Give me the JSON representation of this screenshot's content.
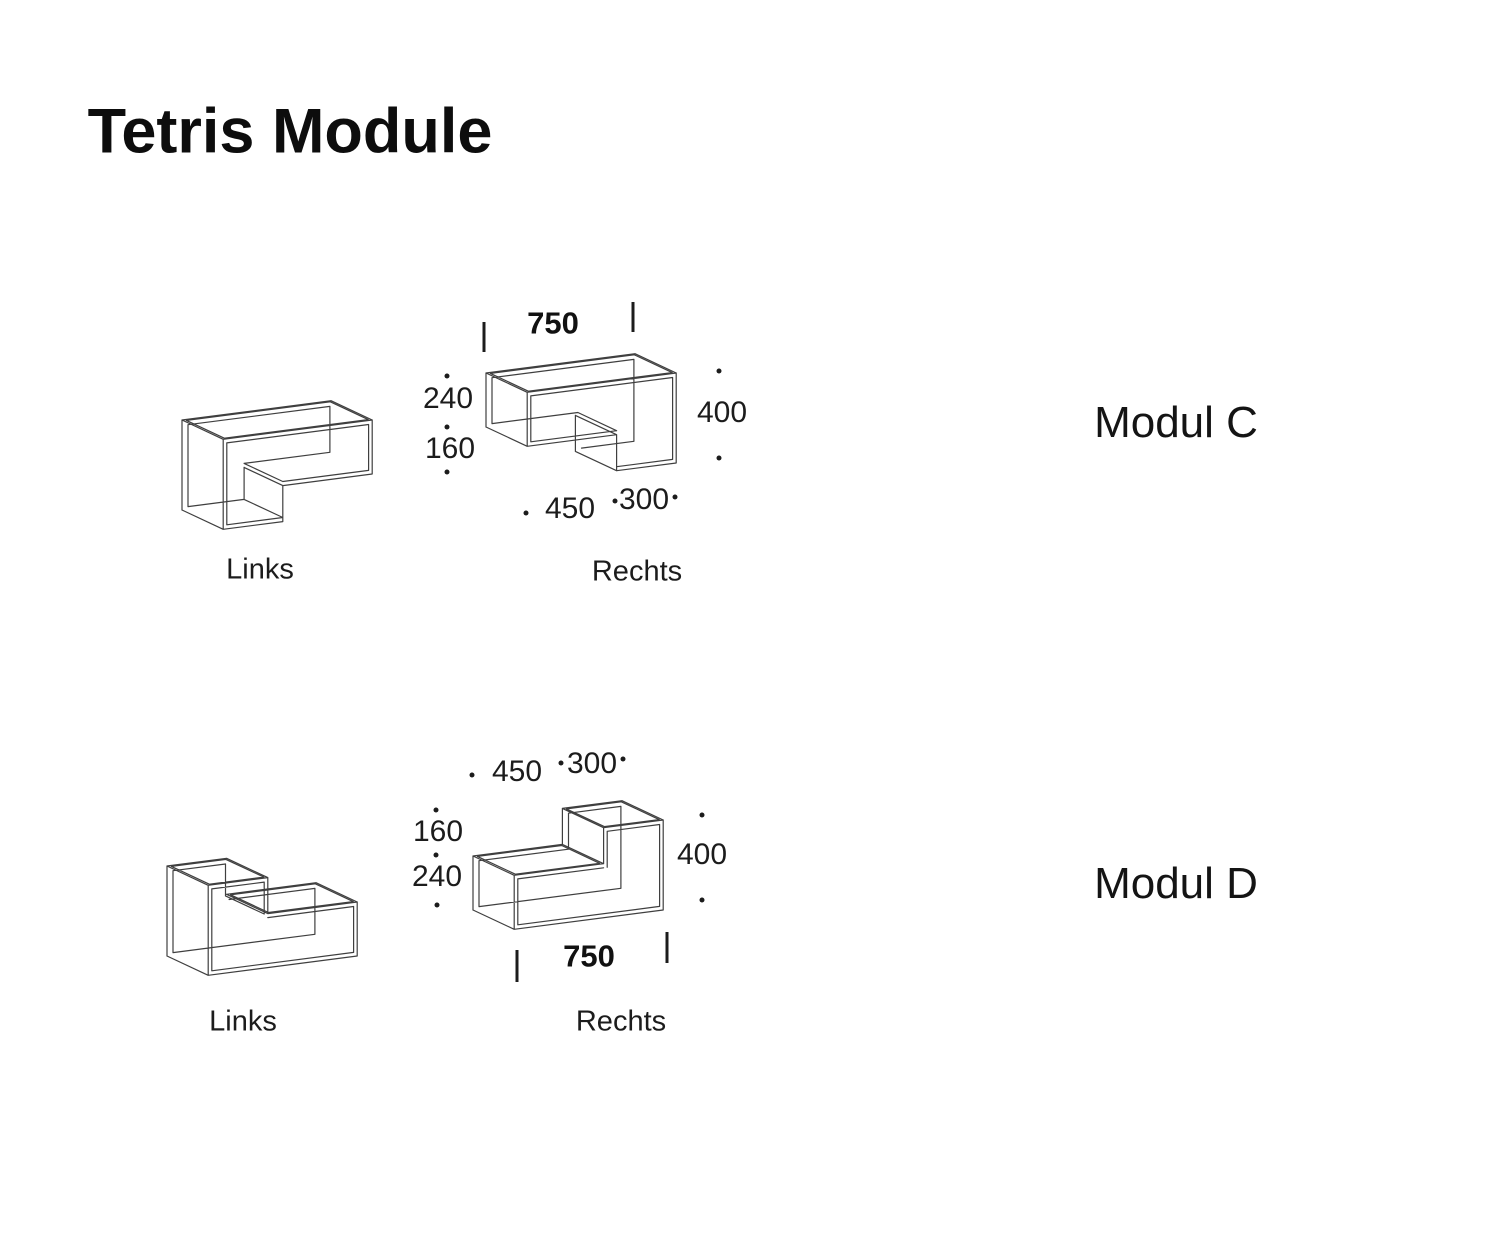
{
  "title": "Tetris Module",
  "colors": {
    "background": "#ffffff",
    "text": "#161616",
    "line": "#3f3f3f"
  },
  "modules": [
    {
      "name": "Modul C",
      "labels": {
        "left": "Links",
        "right": "Rechts"
      },
      "dims": {
        "total_width": "750",
        "top_height": "240",
        "step_height": "160",
        "total_height": "400",
        "left_width": "450",
        "right_width": "300"
      }
    },
    {
      "name": "Modul D",
      "labels": {
        "left": "Links",
        "right": "Rechts"
      },
      "dims": {
        "left_width": "450",
        "right_width": "300",
        "step_height": "160",
        "bottom_height": "240",
        "total_height": "400",
        "total_width": "750"
      }
    }
  ]
}
